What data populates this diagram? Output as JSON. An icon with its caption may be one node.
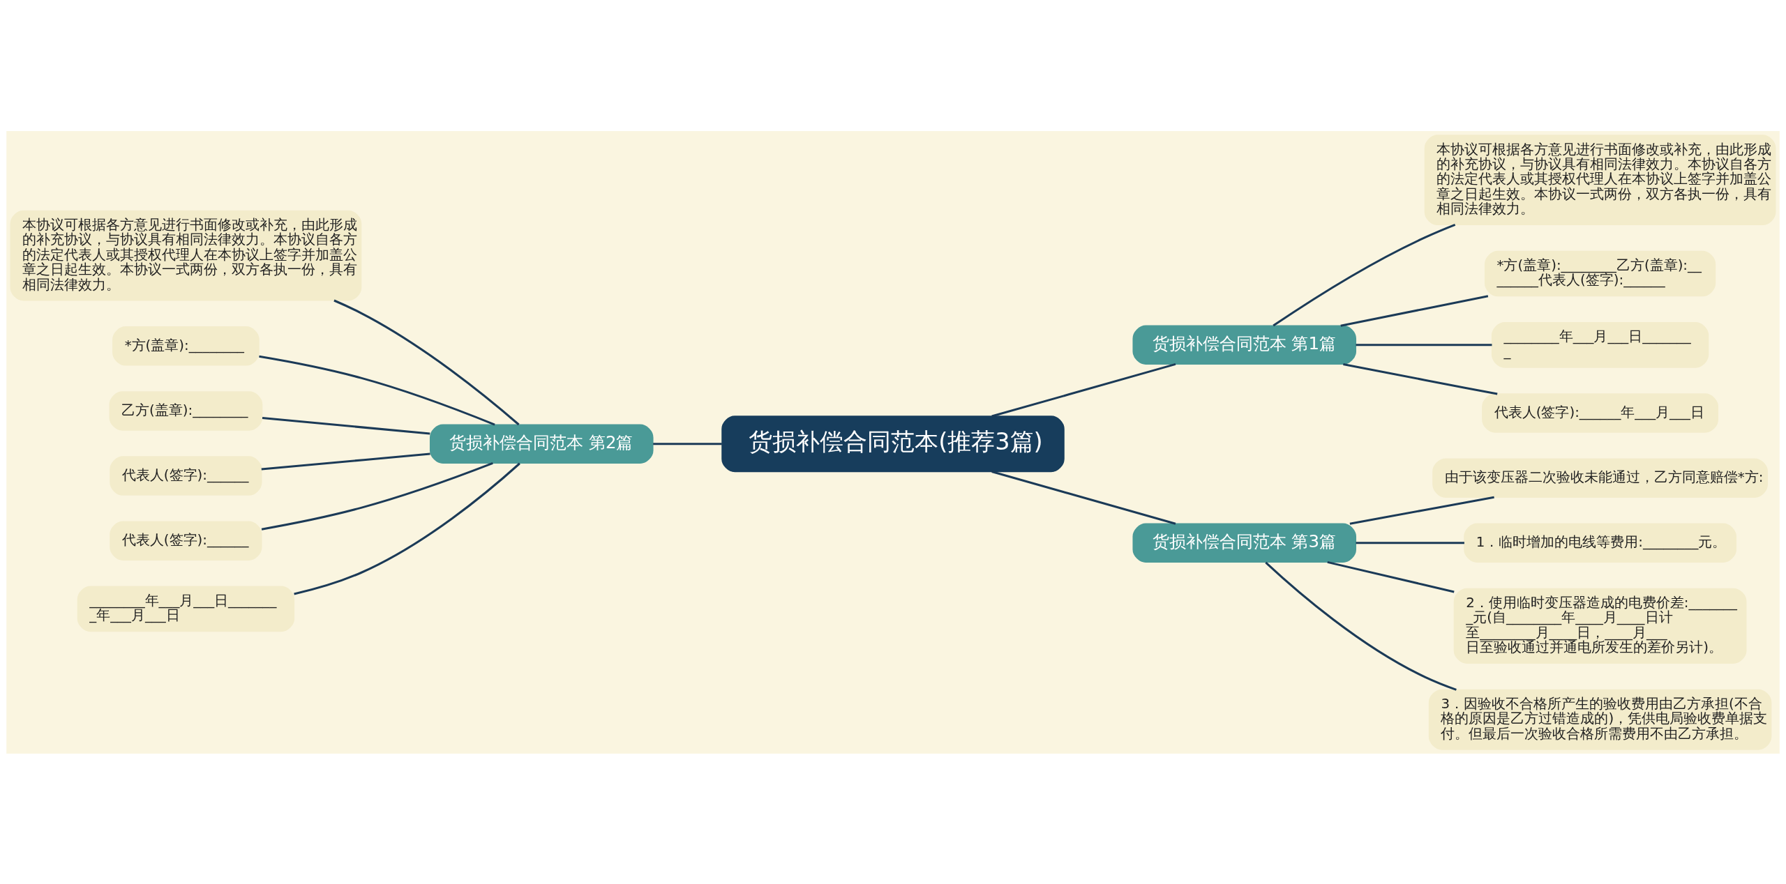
{
  "diagram": {
    "nodes": [
      {
        "text": [
          "货损补偿合同范本(推荐3篇)"
        ]
      },
      {
        "text": [
          "货损补偿合同范本 第1篇"
        ]
      },
      {
        "text": [
          "本协议可根据各方意见进行书面修改或补充，由此形成的补充协议，与协议具有相同法律效力。本协议自各方的法定代表人或其授权代理人在本协议上签字并加盖公章之日起生效。本协议一式两份，双方各执一份，具有相同法律效力。"
        ]
      },
      {
        "text": [
          "*方(盖章):________乙方(盖章):________代表人(签字):______"
        ]
      },
      {
        "text": [
          "________年___月___日________"
        ]
      },
      {
        "text": [
          "代表人(签字):______年___月___日"
        ]
      },
      {
        "text": [
          "货损补偿合同范本 第2篇"
        ]
      },
      {
        "text": [
          "本协议可根据各方意见进行书面修改或补充，由此形成的补充协议，与协议具有相同法律效力。本协议自各方的法定代表人或其授权代理人在本协议上签字并加盖公章之日起生效。本协议一式两份，双方各执一份，具有相同法律效力。"
        ]
      },
      {
        "text": [
          "*方(盖章):________"
        ]
      },
      {
        "text": [
          "乙方(盖章):________"
        ]
      },
      {
        "text": [
          "代表人(签字):______"
        ]
      },
      {
        "text": [
          "代表人(签字):______"
        ]
      },
      {
        "text": [
          "________年___月___日________年___月___日"
        ]
      },
      {
        "text": [
          "货损补偿合同范本 第3篇"
        ]
      },
      {
        "text": [
          "由于该变压器二次验收未能通过，乙方同意赔偿*方:"
        ]
      },
      {
        "text": [
          "1．临时增加的电线等费用:________元。"
        ]
      },
      {
        "text": [
          "2．使用临时变压器造成的电费价差:________元(自________年____月____日计至________月____日，____月___日至验收通过并通电所发生的差价另计)。"
        ]
      },
      {
        "text": [
          "3．因验收不合格所产生的验收费用由乙方承担(不合格的原因是乙方过错造成的)，凭供电局验收费单据支付。但最后一次验收合格所需费用不由乙方承担。"
        ]
      }
    ],
    "edges": [
      {
        "from": 0,
        "to": 1,
        "arrow": "none"
      },
      {
        "from": 1,
        "to": 2,
        "arrow": "none"
      },
      {
        "from": 1,
        "to": 3,
        "arrow": "none"
      },
      {
        "from": 1,
        "to": 4,
        "arrow": "none"
      },
      {
        "from": 1,
        "to": 5,
        "arrow": "none"
      },
      {
        "from": 0,
        "to": 6,
        "arrow": "none"
      },
      {
        "from": 6,
        "to": 7,
        "arrow": "none"
      },
      {
        "from": 6,
        "to": 8,
        "arrow": "none"
      },
      {
        "from": 6,
        "to": 9,
        "arrow": "none"
      },
      {
        "from": 6,
        "to": 10,
        "arrow": "none"
      },
      {
        "from": 6,
        "to": 11,
        "arrow": "none"
      },
      {
        "from": 6,
        "to": 12,
        "arrow": "none"
      },
      {
        "from": 0,
        "to": 13,
        "arrow": "none"
      },
      {
        "from": 13,
        "to": 14,
        "arrow": "none"
      },
      {
        "from": 13,
        "to": 15,
        "arrow": "none"
      },
      {
        "from": 13,
        "to": 16,
        "arrow": "none"
      },
      {
        "from": 13,
        "to": 17,
        "arrow": "none"
      }
    ]
  }
}
